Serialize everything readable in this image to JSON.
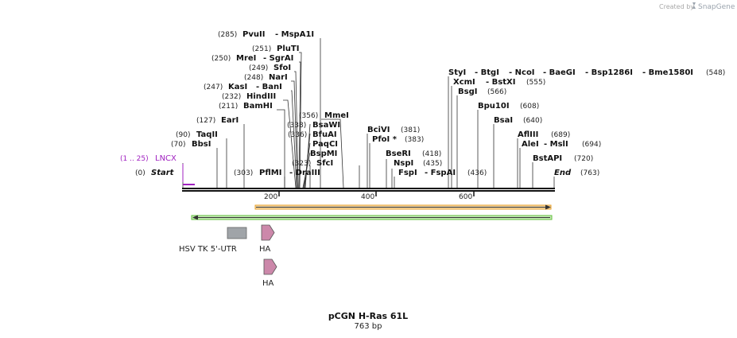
{
  "credit": {
    "prefix": "Created by",
    "brand": "SnapGene"
  },
  "title": "pCGN H-Ras 61L",
  "length": "763 bp",
  "ticks": [
    "200",
    "400",
    "600"
  ],
  "primer": {
    "range": "(1 .. 25)",
    "name": "LNCX"
  },
  "sites": [
    {
      "pos": "(0)",
      "name": "Start"
    },
    {
      "pos": "(70)",
      "name": "BbsI"
    },
    {
      "pos": "(90)",
      "name": "TaqII"
    },
    {
      "pos": "(127)",
      "name": "EarI"
    },
    {
      "pos": "(211)",
      "name": "BamHI"
    },
    {
      "pos": "(232)",
      "name": "HindIII"
    },
    {
      "pos": "(247)",
      "name": "KasI",
      "extra": [
        "BanI"
      ]
    },
    {
      "pos": "(248)",
      "name": "NarI"
    },
    {
      "pos": "(249)",
      "name": "SfoI"
    },
    {
      "pos": "(250)",
      "name": "MreI",
      "extra": [
        "SgrAI"
      ]
    },
    {
      "pos": "(251)",
      "name": "PluTI"
    },
    {
      "pos": "(285)",
      "name": "PvuII",
      "extra": [
        "MspA1I"
      ]
    },
    {
      "pos": "(303)",
      "name": "PflMI",
      "extra": [
        "DraIII"
      ]
    },
    {
      "pos": "(323)",
      "name": "SfcI"
    },
    {
      "pos": "(336)",
      "name": "BfuAI",
      "extra": [
        "PaqCI",
        "BspMI"
      ]
    },
    {
      "pos": "(338)",
      "name": "BsaWI"
    },
    {
      "pos": "(356)",
      "name": "MmeI"
    },
    {
      "pos": "(381)",
      "name": "BciVI"
    },
    {
      "pos": "(383)",
      "name": "PfoI *"
    },
    {
      "pos": "(418)",
      "name": "BseRI"
    },
    {
      "pos": "(435)",
      "name": "NspI"
    },
    {
      "pos": "(436)",
      "name": "FspI",
      "extra": [
        "FspAI"
      ]
    },
    {
      "pos": "(548)",
      "name": "StyI",
      "extra": [
        "BtgI",
        "NcoI",
        "BaeGI",
        "Bsp1286I",
        "Bme1580I"
      ]
    },
    {
      "pos": "(555)",
      "name": "XcmI",
      "extra": [
        "BstXI"
      ]
    },
    {
      "pos": "(566)",
      "name": "BsgI"
    },
    {
      "pos": "(608)",
      "name": "Bpu10I"
    },
    {
      "pos": "(640)",
      "name": "BsaI"
    },
    {
      "pos": "(689)",
      "name": "AflIII"
    },
    {
      "pos": "(694)",
      "name": "AleI",
      "extra": [
        "MslI"
      ]
    },
    {
      "pos": "(720)",
      "name": "BstAPI"
    },
    {
      "pos": "(763)",
      "name": "End"
    }
  ],
  "features": [
    {
      "name": "HSV TK 5'-UTR"
    },
    {
      "name": "HA"
    },
    {
      "name": "HA"
    }
  ],
  "colors": {
    "orange_feature": "#e8a02a",
    "green_feature": "#5fbf3a",
    "utr_box": "#a0a4a8",
    "ha_arrow": "#cc88aa",
    "primer": "#a020c0"
  }
}
